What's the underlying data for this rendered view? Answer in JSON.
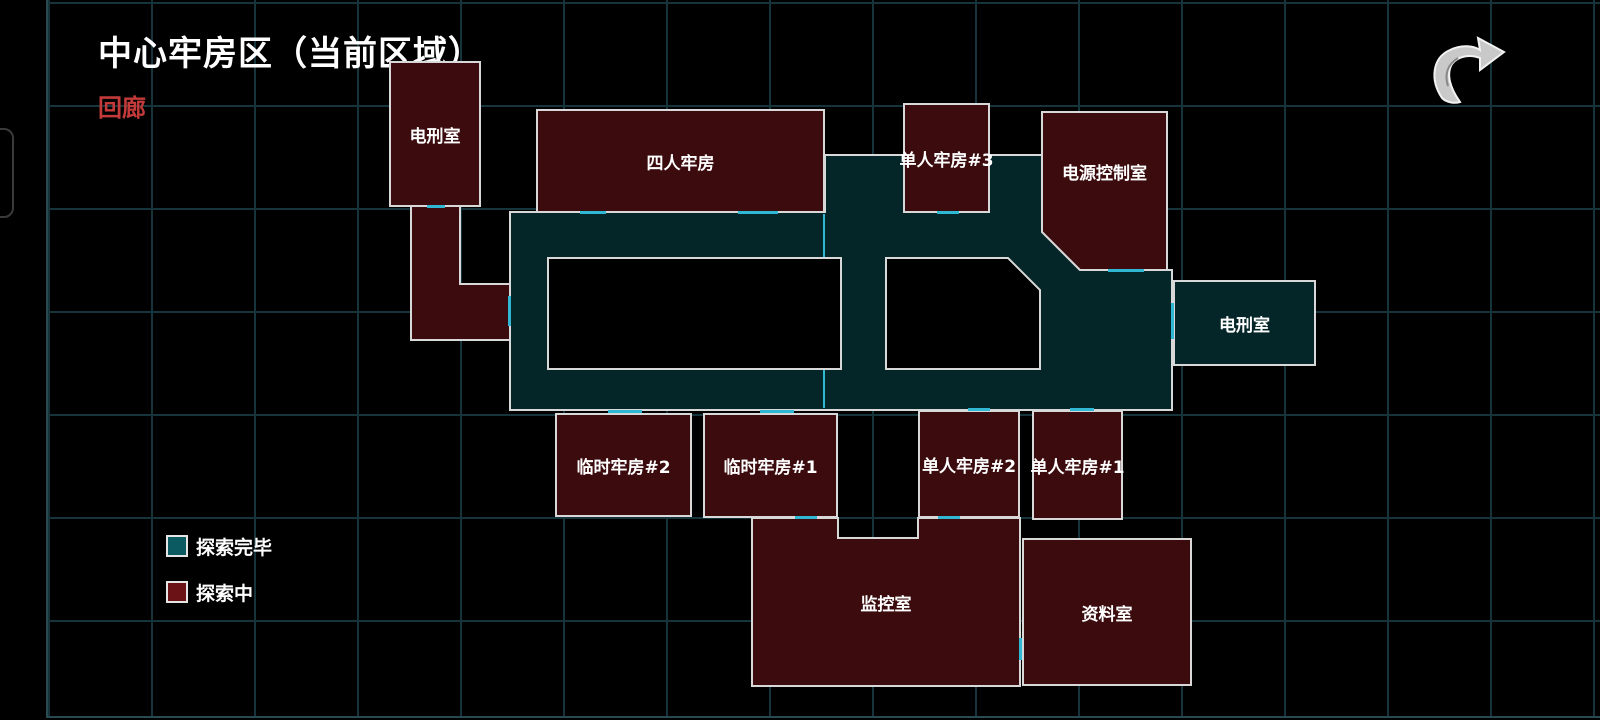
{
  "header": {
    "title": "中心牢房区（当前区域）",
    "subtitle": "回廊"
  },
  "colors": {
    "explored": "#052628",
    "exploring": "#3b0b0d",
    "subtitle": "#c23a3a",
    "door": "#2fb7d4",
    "grid": "#16343c"
  },
  "rooms": {
    "electric_room_left": "电刑室",
    "four_person_cell": "四人牢房",
    "single_cell_3": "单人牢房#3",
    "power_control_room": "电源控制室",
    "electric_room_right": "电刑室",
    "temp_cell_2": "临时牢房#2",
    "temp_cell_1": "临时牢房#1",
    "single_cell_2": "单人牢房#2",
    "single_cell_1": "单人牢房#1",
    "monitoring_room": "监控室",
    "archive_room": "资料室"
  },
  "legend": {
    "explored_label": "探索完毕",
    "exploring_label": "探索中"
  },
  "icons": {
    "back": "return-arrow-icon"
  }
}
